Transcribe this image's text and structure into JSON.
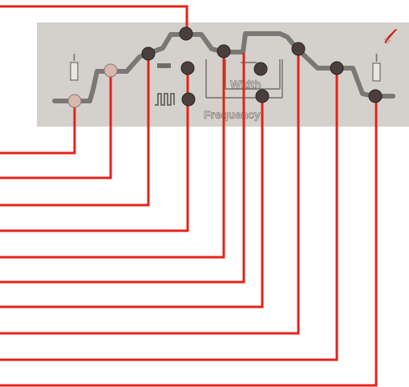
{
  "panel": {
    "width_label": "Width",
    "frequency_label": "Frequency",
    "brand_mark": "𝓁"
  },
  "colors": {
    "panel_bg": "#d7d3cf",
    "panel_trace": "#7a7875",
    "led_dark": "#4a3f3c",
    "led_lit": "#d8b7ad",
    "callout_line": "#e2231a",
    "brand_red": "#c8201a"
  },
  "icons": {
    "continuous_mode": "solid-bar-icon",
    "pulse_mode": "pulse-wave-icon",
    "left_indicator": "indicator-light-icon",
    "right_indicator": "indicator-light-icon"
  },
  "callouts": [
    {
      "id": "callout-1",
      "target": "top-step-led"
    },
    {
      "id": "callout-2",
      "target": "left-lit-led"
    },
    {
      "id": "callout-3",
      "target": "low-step-led"
    },
    {
      "id": "callout-4",
      "target": "second-step-led"
    },
    {
      "id": "callout-5",
      "target": "continuous-mode-led"
    },
    {
      "id": "callout-6",
      "target": "pulse-mode-led"
    },
    {
      "id": "callout-7",
      "target": "top-flat-led"
    },
    {
      "id": "callout-8",
      "target": "width-led"
    },
    {
      "id": "callout-9",
      "target": "frequency-led"
    },
    {
      "id": "callout-10",
      "target": "right-slope-led"
    },
    {
      "id": "callout-11",
      "target": "right-step-led"
    },
    {
      "id": "callout-12",
      "target": "right-end-led"
    }
  ]
}
